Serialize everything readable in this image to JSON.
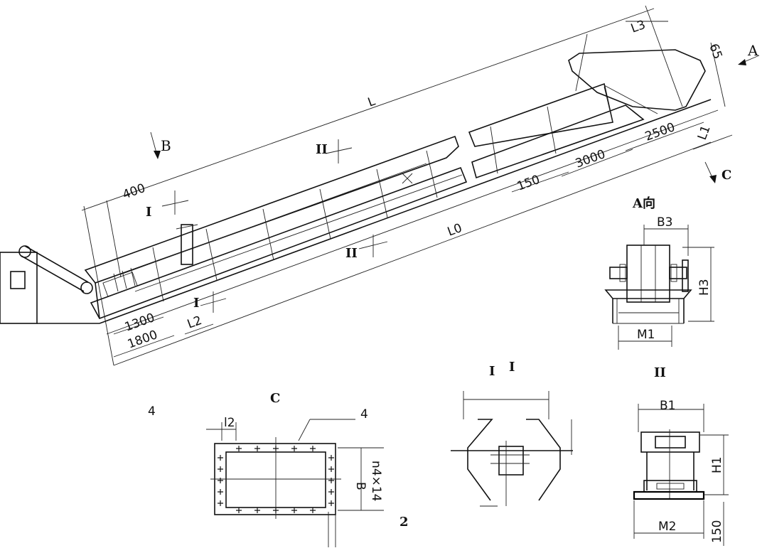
{
  "main_view": {
    "labels": {
      "L": "L",
      "L0": "L0",
      "L2": "L2",
      "L3": "L3",
      "L1": "L1",
      "d65": "65",
      "d400": "400",
      "d1300": "1300",
      "d1800": "1800",
      "d150": "150",
      "d3000": "3000",
      "d2500": "2500",
      "arrowA": "A",
      "arrowB": "B",
      "arrowC": "C",
      "sec_I_a": "I",
      "sec_I_b": "I",
      "sec_II_a": "II",
      "sec_II_b": "II"
    }
  },
  "view_A": {
    "title": "A向",
    "B3": "B3",
    "H3": "H3",
    "M1": "M1"
  },
  "view_C": {
    "title": "C",
    "note_num": "4",
    "leader_num": "4",
    "l2": "l2",
    "B": "B",
    "n4x14": "n4×14",
    "bottom_num": "2"
  },
  "view_I": {
    "title": "I",
    "title_mark": "I"
  },
  "view_II": {
    "title": "II",
    "B1": "B1",
    "H1": "H1",
    "M2": "M2",
    "d150": "150"
  }
}
